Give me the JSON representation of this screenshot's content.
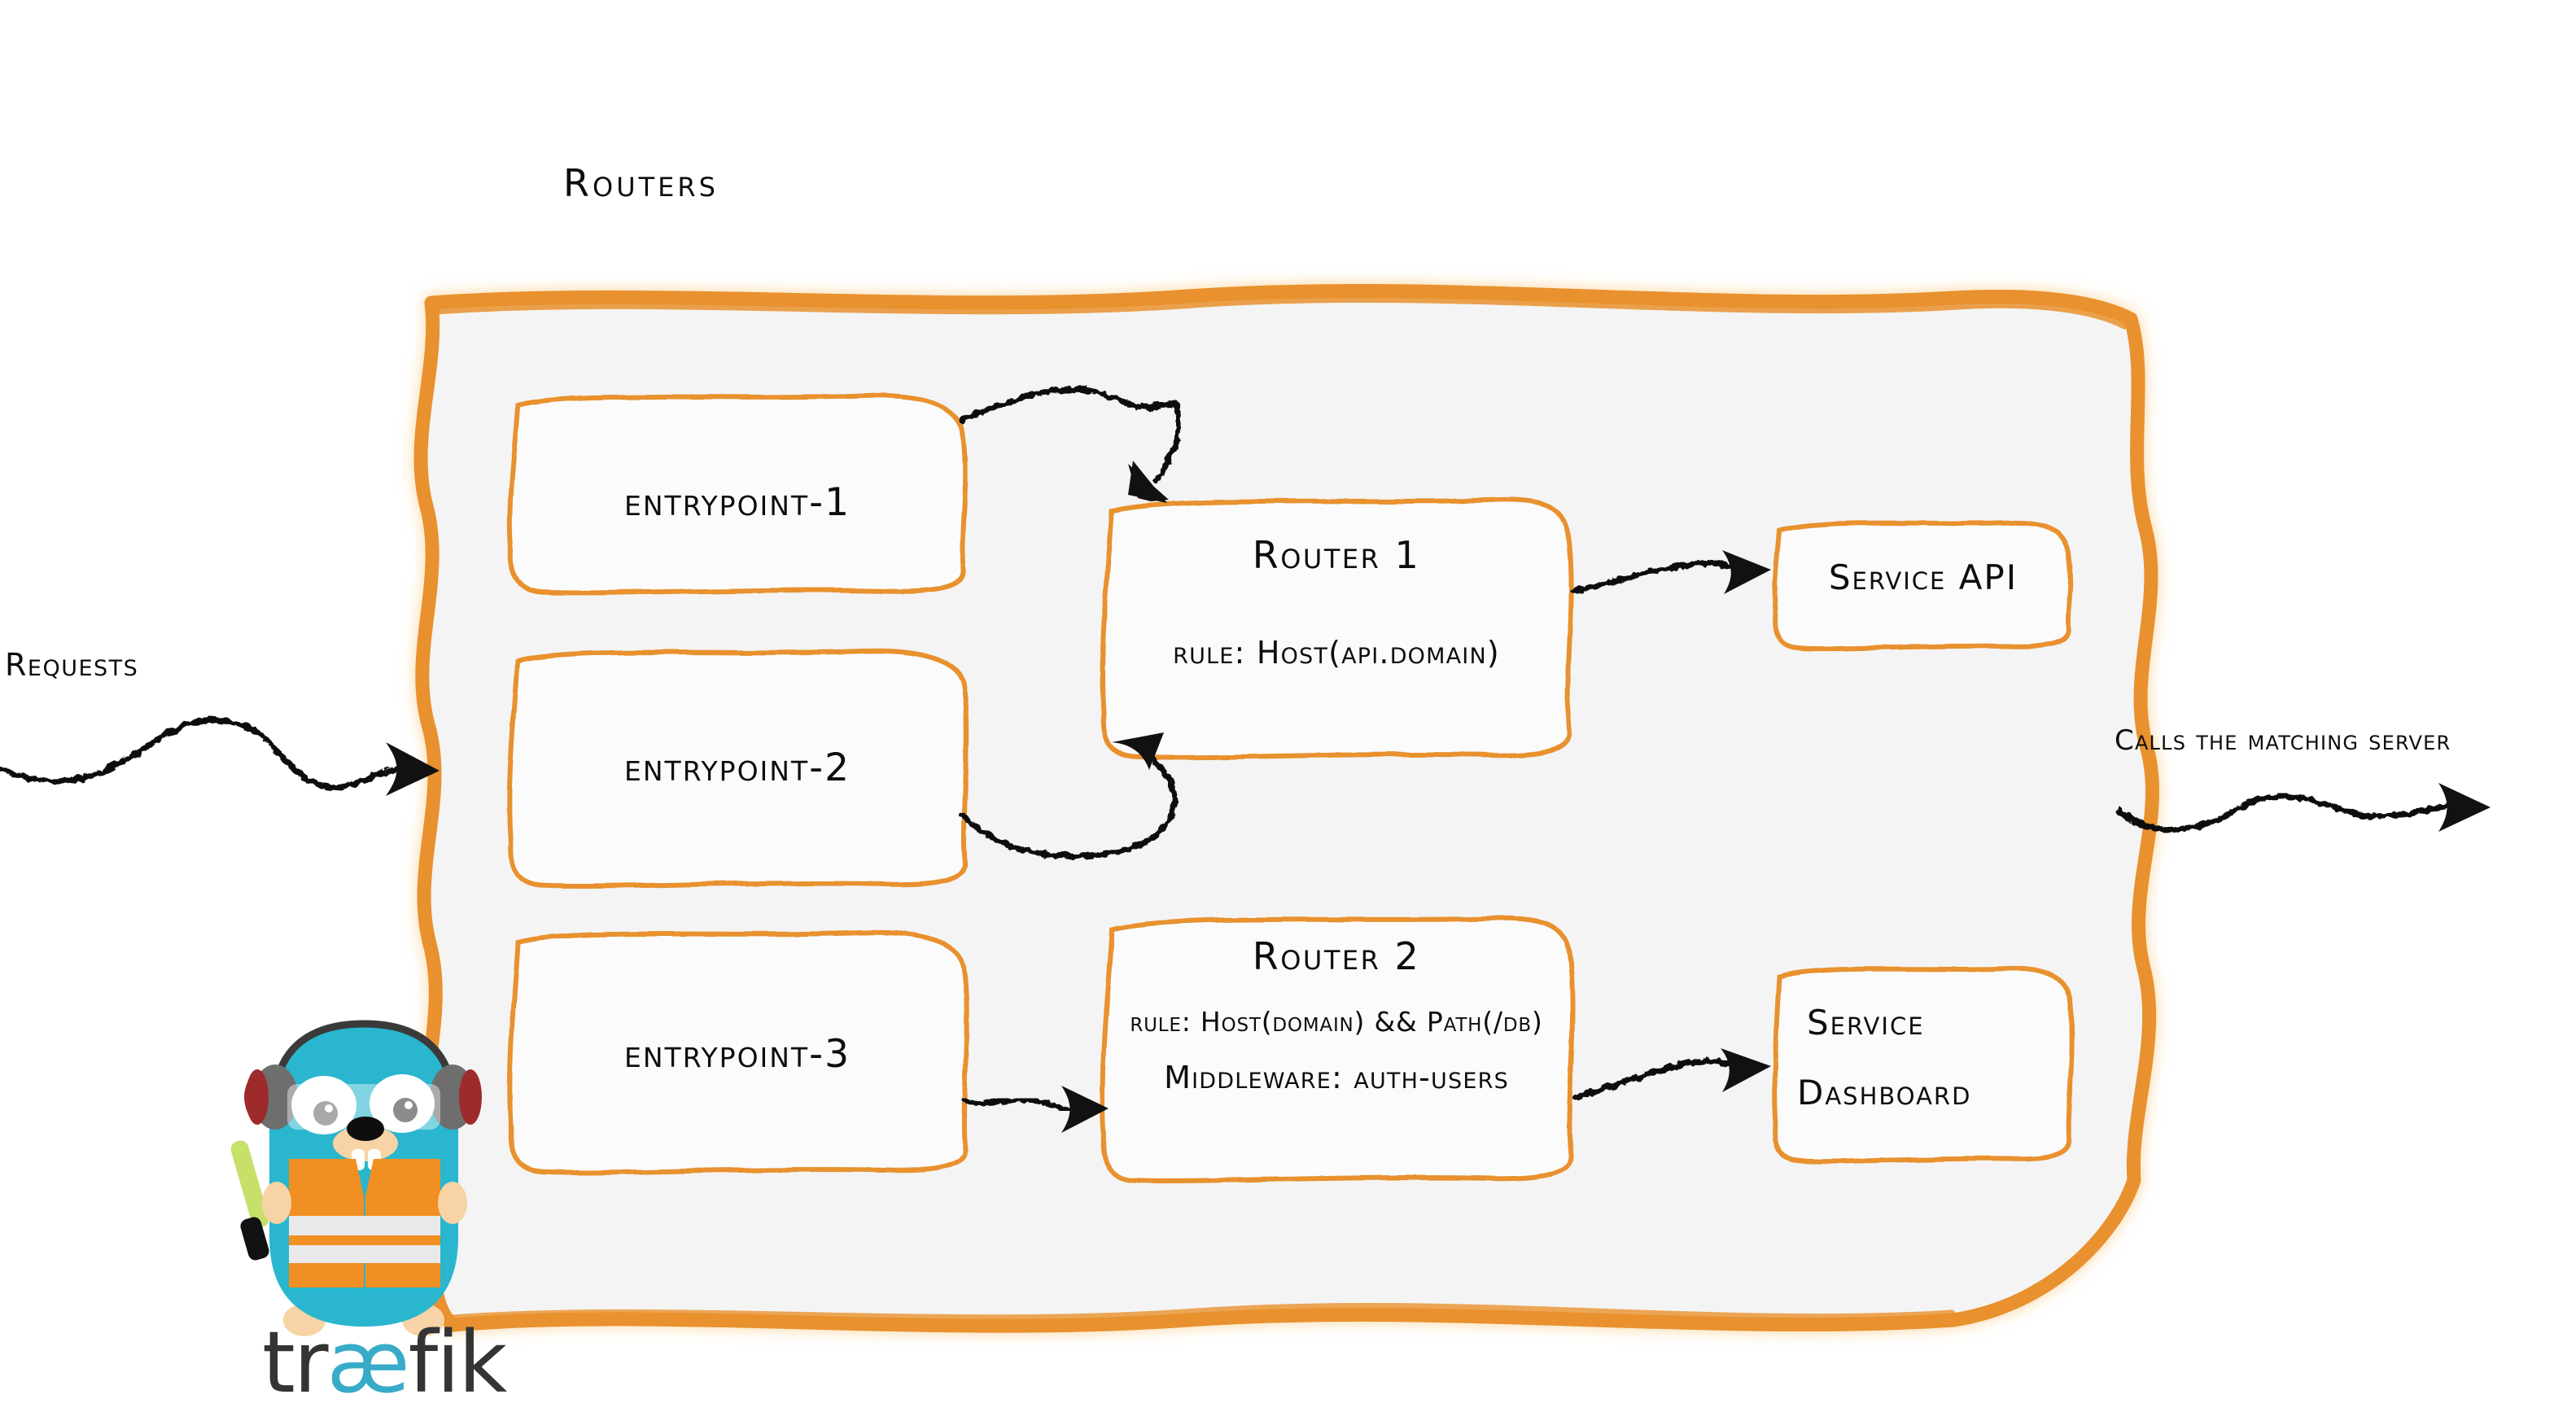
{
  "title": "Routers",
  "colors": {
    "accent_orange": "#E8912D",
    "box_border_orange": "#E8912D",
    "panel_fill": "#F4F4F4",
    "box_fill": "#FBFBFB",
    "ink": "#0D0D0D",
    "gopher_cyan": "#29B6CE",
    "vest_orange": "#F09022",
    "baton_green": "#C7E06A",
    "headphone_gray": "#6E6E6E",
    "headphone_red": "#9E2B2B",
    "wordmark_dark": "#343434"
  },
  "flow": {
    "incoming_label": "Requests",
    "outgoing_label": "Calls the matching server"
  },
  "entrypoints": [
    {
      "label": "entrypoint-1"
    },
    {
      "label": "entrypoint-2"
    },
    {
      "label": "entrypoint-3"
    }
  ],
  "routers": [
    {
      "name": "Router 1",
      "rule": "rule: Host(api.domain)",
      "middleware": null
    },
    {
      "name": "Router 2",
      "rule": "rule: Host(domain) && Path(/db)",
      "middleware": "Middleware: auth-users"
    }
  ],
  "services": [
    {
      "label": "Service API",
      "line1": "Service API",
      "line2": ""
    },
    {
      "label": "Service Dashboard",
      "line1": "Service",
      "line2": "Dashboard"
    }
  ],
  "logo": {
    "wordmark_before": "tr",
    "wordmark_ae": "æ",
    "wordmark_after": "fik",
    "mascot": "traefik-gopher"
  }
}
